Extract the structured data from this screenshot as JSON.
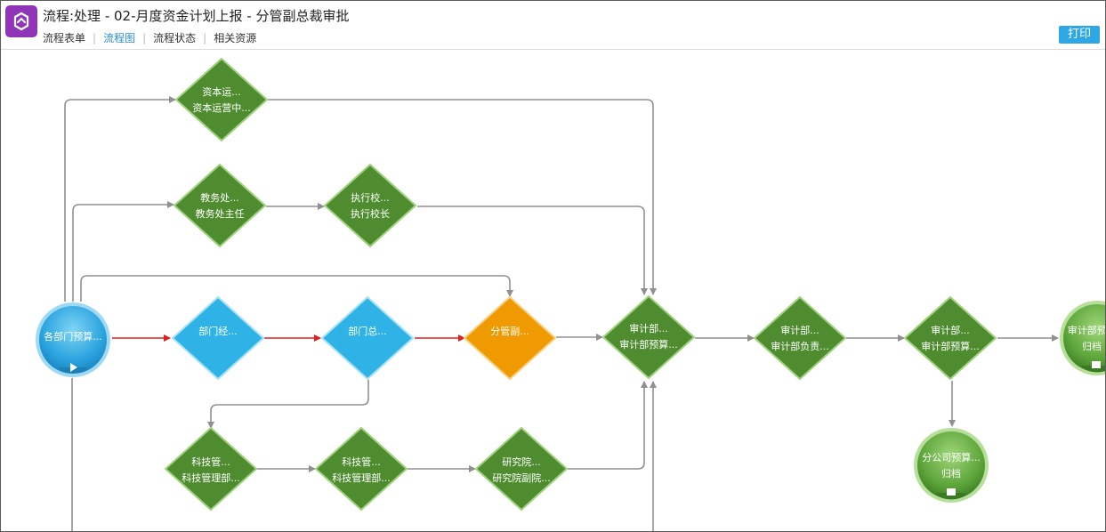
{
  "header": {
    "title": "流程:处理 - 02-月度资金计划上报 - 分管副总裁审批",
    "tabs": [
      "流程表单",
      "流程图",
      "流程状态",
      "相关资源"
    ],
    "active_tab": "流程图",
    "print_label": "打印"
  },
  "flow": {
    "start": {
      "label": "各部门预算...",
      "sublabel": ""
    },
    "zijin": {
      "label1": "资本运...",
      "label2": "资本运营中..."
    },
    "jiaowu": {
      "label1": "教务处...",
      "label2": "教务处主任"
    },
    "zhixing": {
      "label1": "执行校...",
      "label2": "执行校长"
    },
    "bumen_jing": {
      "label1": "部门经...",
      "label2": ""
    },
    "bumen_zong": {
      "label1": "部门总...",
      "label2": ""
    },
    "fenguan": {
      "label1": "分管副...",
      "label2": ""
    },
    "shenji1": {
      "label1": "审计部...",
      "label2": "审计部预算..."
    },
    "shenji2": {
      "label1": "审计部...",
      "label2": "审计部负责..."
    },
    "shenji3": {
      "label1": "审计部...",
      "label2": "审计部预算..."
    },
    "shenji_end": {
      "label1": "审计部预...",
      "label2": "归档"
    },
    "fengongsi_end": {
      "label1": "分公司预算...",
      "label2": "归档"
    },
    "keji1": {
      "label1": "科技管...",
      "label2": "科技管理部..."
    },
    "keji2": {
      "label1": "科技管...",
      "label2": "科技管理部..."
    },
    "yanjiu": {
      "label1": "研究院...",
      "label2": "研究院副院..."
    }
  },
  "colors": {
    "green": "#4e8c2f",
    "blue": "#2fb3e6",
    "orange": "#ee9a00",
    "red_edge": "#e02020",
    "gray_edge": "#909090",
    "accent": "#2ea7e6",
    "logo": "#8f35b5"
  }
}
